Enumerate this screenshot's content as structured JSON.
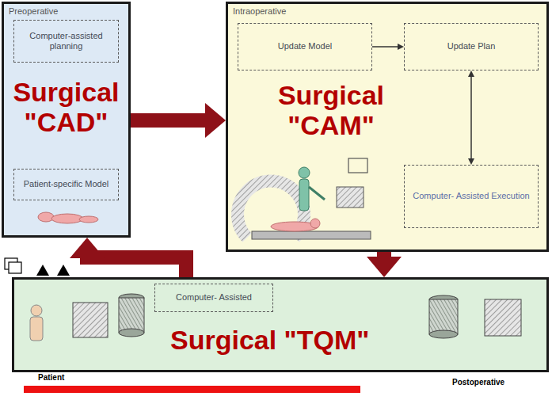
{
  "diagram": {
    "nodes": [
      {
        "text": [
          "Preoperative",
          "Surgical \"CAD\""
        ]
      },
      {
        "text": [
          "Computer-assisted planning"
        ],
        "in": 0
      },
      {
        "text": [
          "Patient-specific Model"
        ],
        "in": 0
      },
      {
        "text": [
          "Intraoperative",
          "Surgical \"CAM\""
        ]
      },
      {
        "text": [
          "Update Model"
        ],
        "in": 3
      },
      {
        "text": [
          "Update Plan"
        ],
        "in": 3
      },
      {
        "text": [
          "Computer- Assisted Execution"
        ],
        "in": 3
      },
      {
        "text": [
          "Postoperative",
          "Surgical \"TQM\""
        ]
      },
      {
        "text": [
          "Computer- Assisted"
        ],
        "in": 7
      }
    ],
    "edges": [
      {
        "from": 0,
        "to": 3,
        "arrow": "to"
      },
      {
        "from": 3,
        "to": 7,
        "arrow": "to"
      },
      {
        "from": 7,
        "to": 0,
        "arrow": "to"
      },
      {
        "from": 4,
        "to": 5,
        "arrow": "to"
      },
      {
        "from": 5,
        "to": 6,
        "arrow": "both"
      }
    ],
    "labels": [
      "Patient"
    ]
  }
}
